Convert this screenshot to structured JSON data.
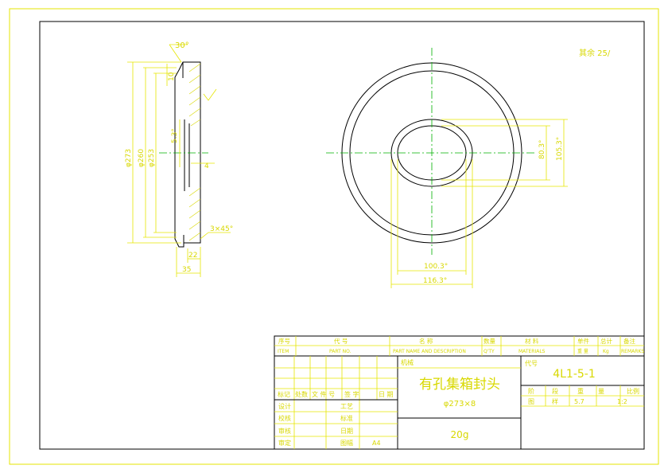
{
  "side_view": {
    "dims": {
      "angle_top": "30°",
      "chamfer": "3×45°",
      "dia_outer": "φ273",
      "dia_2": "φ260",
      "dia_3": "φ253",
      "thickness_top": "10",
      "hole_center": "5.3°",
      "depth": "4",
      "width_bottom": "35",
      "width_small": "22"
    }
  },
  "front_view": {
    "dims": {
      "hole_w_inner": "100.3°",
      "hole_w_outer": "116.3°",
      "hole_h_inner": "80.3°",
      "hole_h_outer": "105.3°"
    }
  },
  "surface_note": "其余 25/",
  "title_block": {
    "header_cn": [
      "序号",
      "代  号",
      "名      称",
      "数量",
      "材    料",
      "单件",
      "总计",
      "备注"
    ],
    "header_en": [
      "ITEM",
      "PART NO.",
      "PART NAME AND DESCRIPTION",
      "Q'TY",
      "MATERIALS",
      "重 量",
      "Kg",
      "REMARKS"
    ],
    "bureau_label": "机械",
    "part_name": "有孔集箱封头",
    "part_spec": "φ273×8",
    "weight": "20g",
    "code_label": "代号",
    "code_value": "4L1-5-1",
    "left_labels": [
      "标记",
      "处数",
      "文 件 号",
      "签 字",
      "日 期"
    ],
    "roles": [
      "设计",
      "校核",
      "审核",
      "审定"
    ],
    "roles_mid": [
      "工艺",
      "标准",
      "日期",
      "图幅"
    ],
    "sheet_size": "A4",
    "scale_header": [
      "阶",
      "段",
      "重",
      "量",
      "比例"
    ],
    "scale_row": [
      "图",
      "样",
      "5.7",
      "1:2"
    ]
  }
}
